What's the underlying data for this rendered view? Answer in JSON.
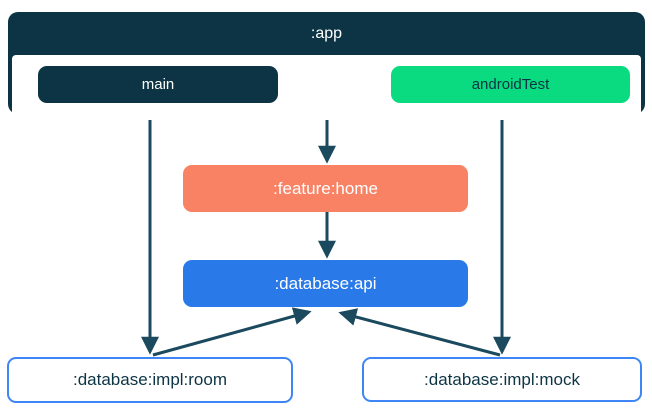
{
  "diagram": {
    "app": {
      "label": ":app",
      "source_sets": {
        "main": "main",
        "android_test": "androidTest"
      }
    },
    "nodes": {
      "feature_home": ":feature:home",
      "database_api": ":database:api",
      "database_impl_room": ":database:impl:room",
      "database_impl_mock": ":database:impl:mock"
    },
    "edges": [
      {
        "from": "main",
        "to": ":database:impl:room"
      },
      {
        "from": ":app",
        "to": ":feature:home"
      },
      {
        "from": ":feature:home",
        "to": ":database:api"
      },
      {
        "from": "androidTest",
        "to": ":database:impl:mock"
      },
      {
        "from": ":database:impl:room",
        "to": ":database:api"
      },
      {
        "from": ":database:impl:mock",
        "to": ":database:api"
      }
    ],
    "colors": {
      "navy": "#0D3445",
      "green": "#0ADB80",
      "coral": "#F98164",
      "blue": "#2979E8",
      "outline_blue": "#3E86F5",
      "arrow": "#1B4A5F",
      "background": "#FFFFFF"
    }
  }
}
